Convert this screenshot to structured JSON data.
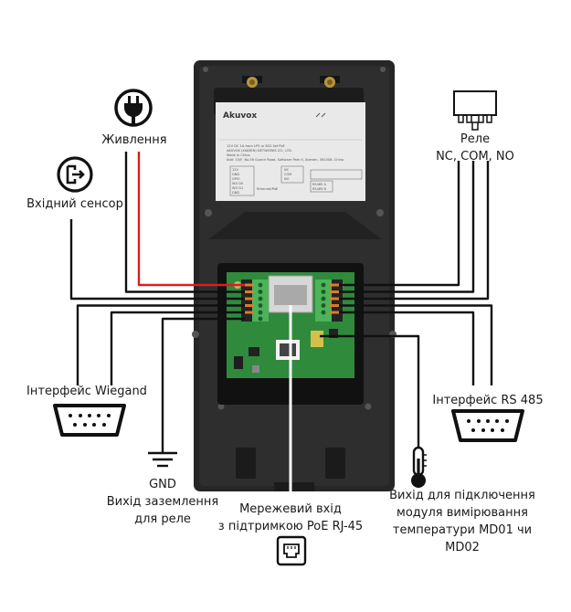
{
  "device": {
    "brand": "Akuvox",
    "label_lines": [
      "12V DC 1A from LPS or 802.3af PoE",
      "AKUVOX (XIAMEN) NETWORKS CO., LTD.",
      "Made in China",
      "Add: 10/F, No.56 Guanri Road, Software Park II, Xiamen, 361008, China"
    ],
    "terminal_left": [
      "12V",
      "GND",
      "GPIO",
      "WG D0",
      "WG D1",
      "GND"
    ],
    "terminal_right": [
      "NC",
      "COM",
      "NO"
    ],
    "ethernet_label": "Ethernet/PoE",
    "rs485": [
      "RS485 A",
      "RS485 B"
    ]
  },
  "labels": {
    "power": "Живлення",
    "input_sensor": "Вхідний сенсор",
    "relay": [
      "Реле",
      "NC, COM, NO"
    ],
    "wiegand": "Інтерфейс Wiegand",
    "rs485": "Інтерфейс RS 485",
    "gnd": [
      "GND",
      "Вихід заземлення",
      "для реле"
    ],
    "network": [
      "Мережевий вхід",
      "з підтримкою PoE RJ-45"
    ],
    "temperature": [
      "Вихід для підключення",
      "модуля вимірювання",
      "температури MD01 чи",
      "MD02"
    ]
  },
  "colors": {
    "device_body": "#262626",
    "wire": "#111111",
    "power_wire": "#d71f1f",
    "pcb": "#2f8a3c",
    "terminal": "#4cb35a",
    "sticker": "#e9e9e9"
  },
  "icons": [
    "power-plug-icon",
    "input-sensor-icon",
    "relay-icon",
    "serial-port-icon",
    "ground-icon",
    "ethernet-port-icon",
    "thermometer-icon"
  ]
}
